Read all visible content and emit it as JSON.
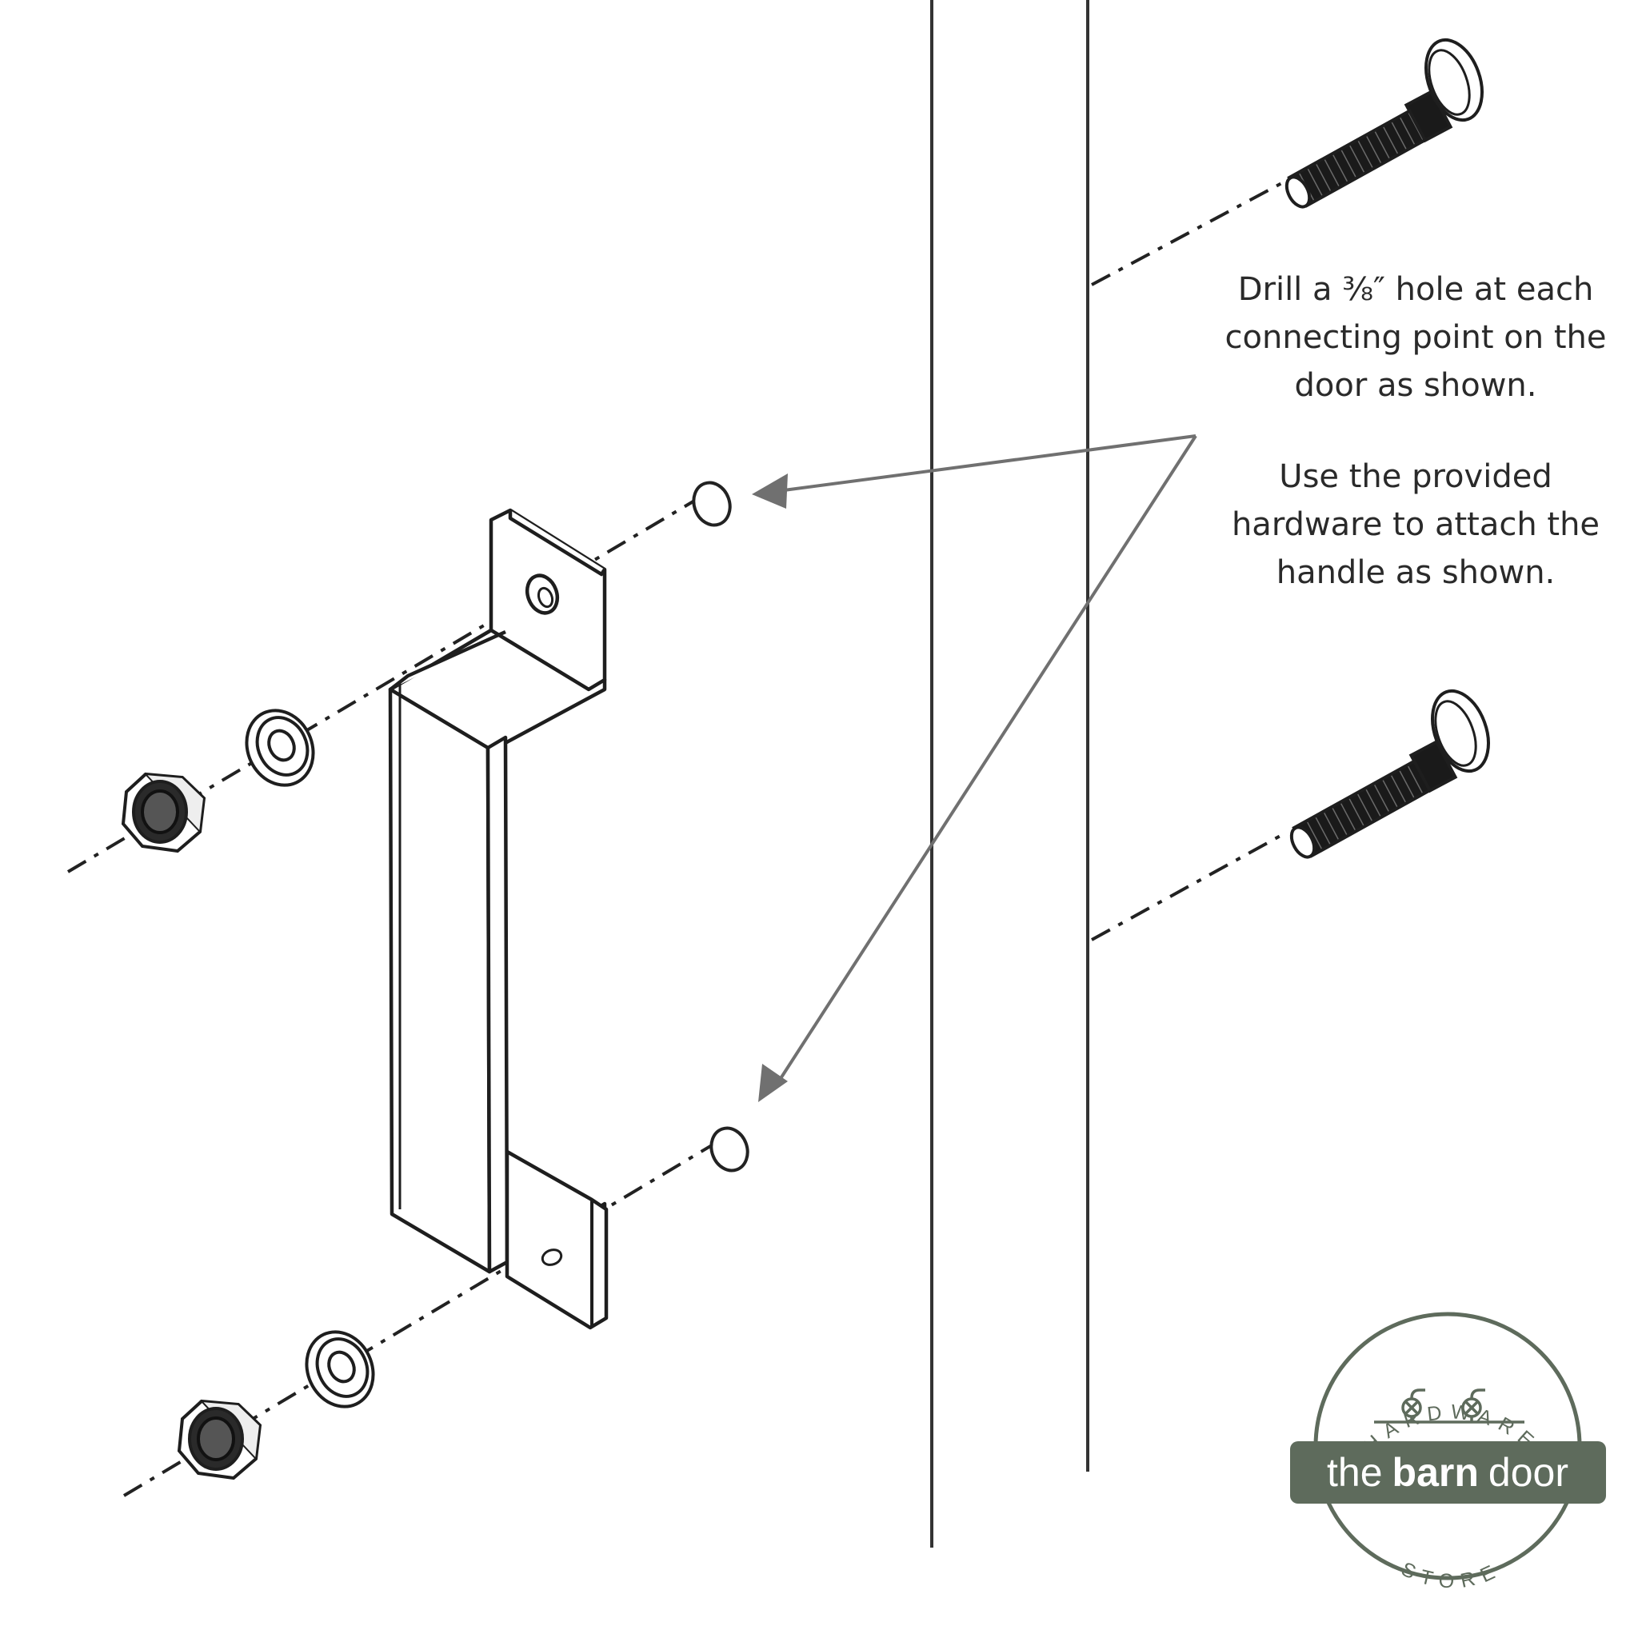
{
  "instructions": {
    "drill": "Drill a ⅜″ hole at each\nconnecting point on the\ndoor as shown.",
    "attach": "Use the provided\nhardware to attach the\nhandle as shown."
  },
  "logo": {
    "top_text": "HARDWARE",
    "name_prefix": "the",
    "name_bold": "barn",
    "name_suffix": "door",
    "bottom_text": "STORE",
    "brand_color": "#5e6b5c"
  },
  "colors": {
    "line": "#222222",
    "arrow": "#666666"
  }
}
